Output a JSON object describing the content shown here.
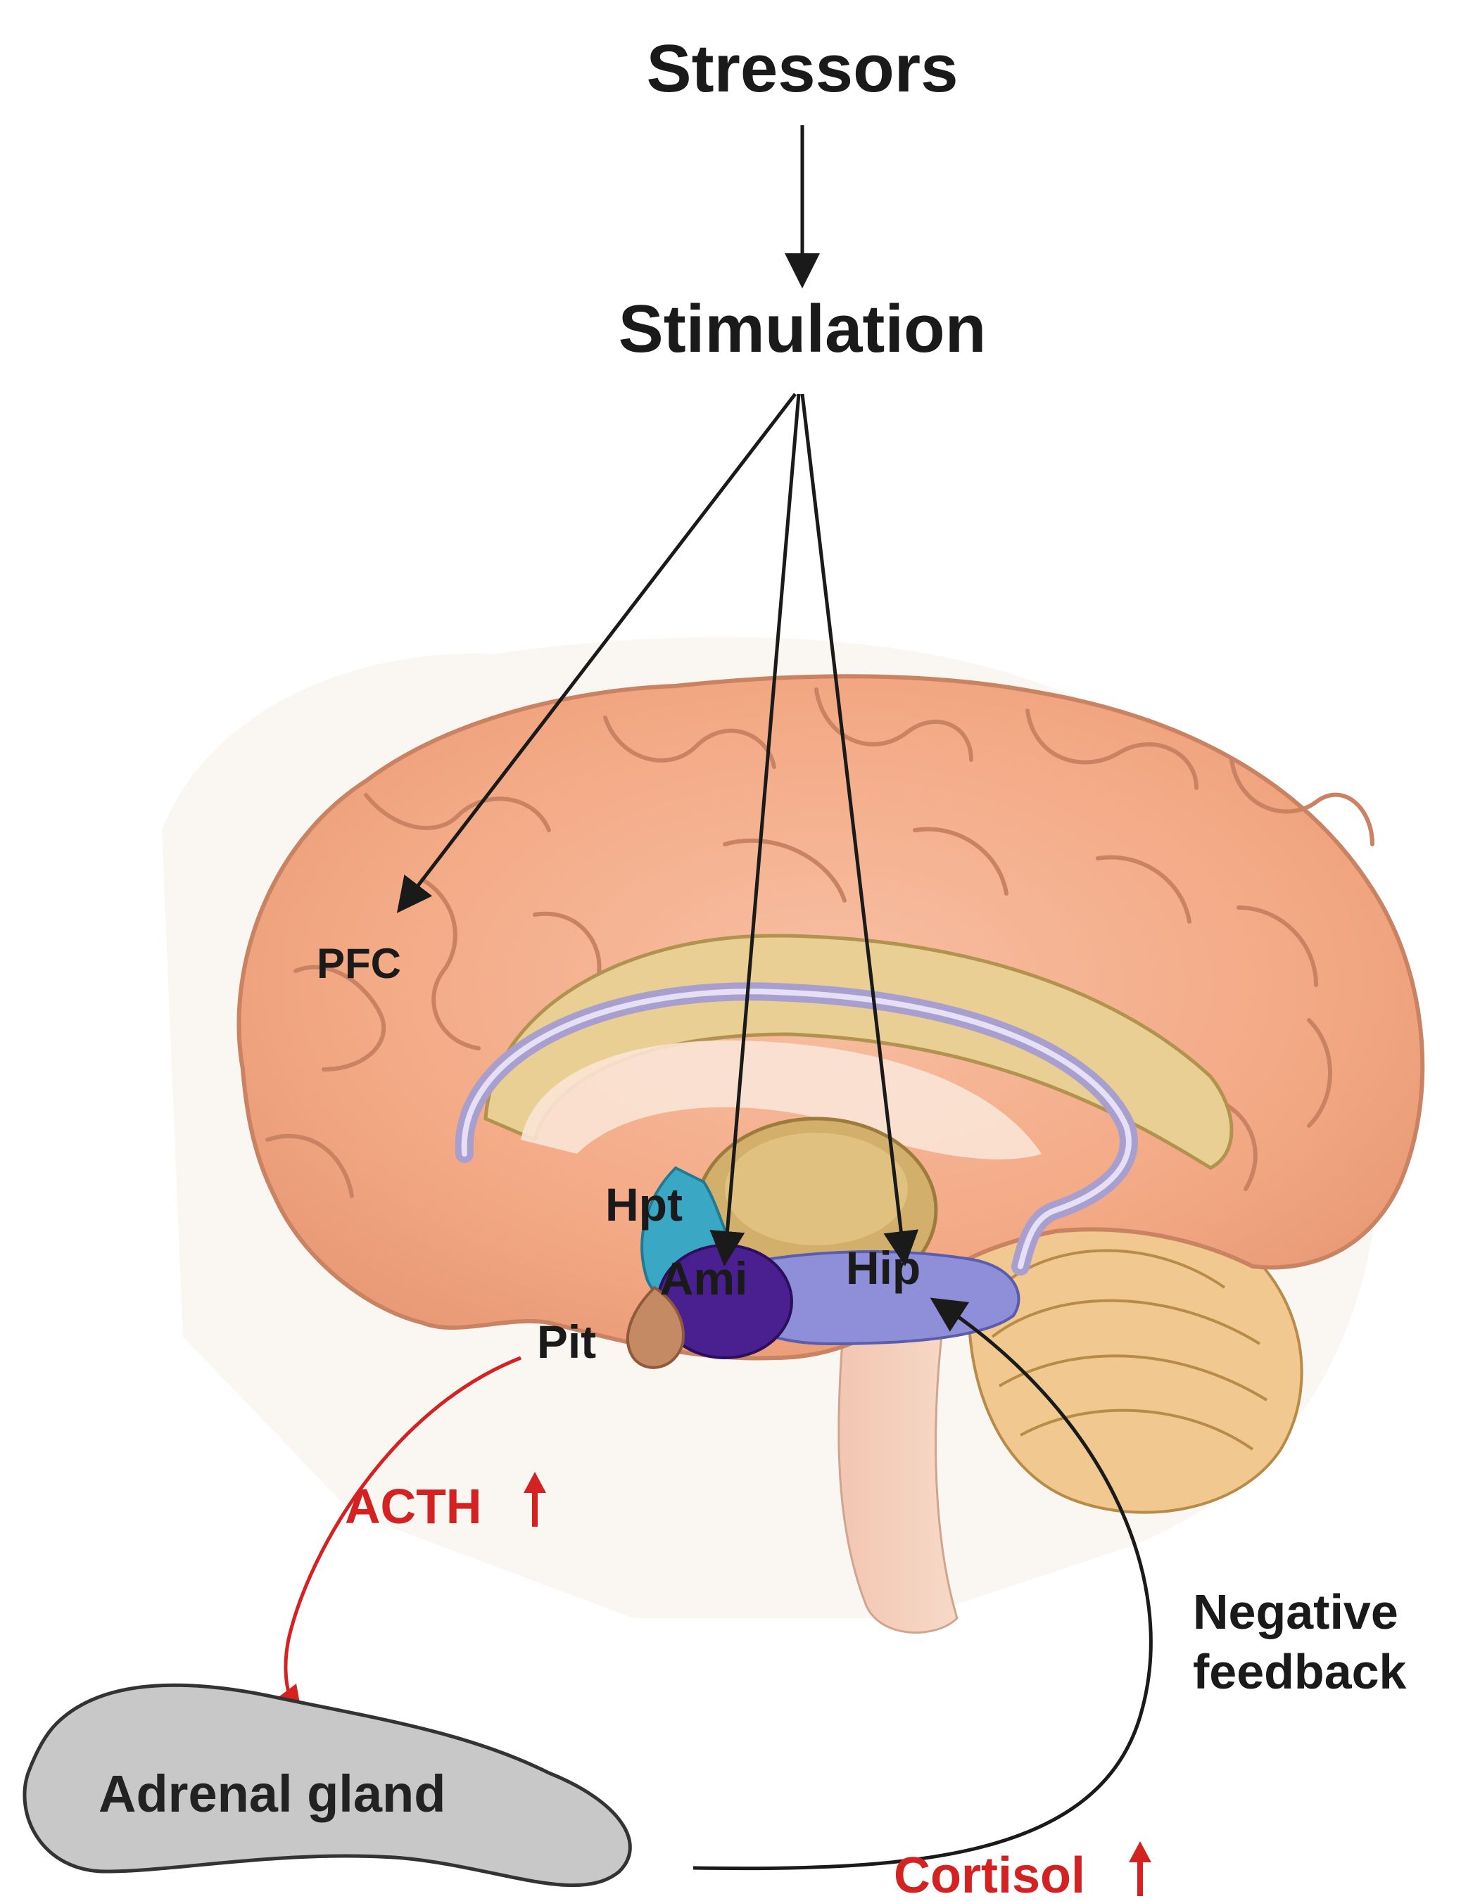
{
  "titles": {
    "stressors": "Stressors",
    "stimulation": "Stimulation"
  },
  "regions": {
    "pfc": "PFC",
    "hypothalamus": "Hpt",
    "amygdala": "Ami",
    "hippocampus": "Hip",
    "pituitary": "Pit"
  },
  "hormones": {
    "acth": "ACTH",
    "cortisol": "Cortisol"
  },
  "feedback": {
    "line1": "Negative",
    "line2": "feedback"
  },
  "gland": {
    "label": "Adrenal gland"
  },
  "colors": {
    "brain": "#f4a988",
    "brain_dark": "#c98363",
    "hormone_red": "#d42121",
    "arrow_black": "#1a1a1a",
    "hypothalamus": "#3aa7c4",
    "amygdala": "#4a1f8f",
    "hippocampus": "#8e8fd8",
    "thalamus": "#c9a35c",
    "cerebellum": "#d9b46a",
    "gland_fill": "#c8c8c8"
  }
}
